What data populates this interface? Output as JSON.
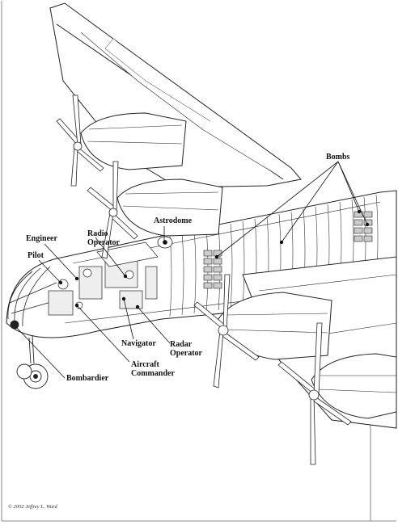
{
  "labels": {
    "bombs": "Bombs",
    "astrodome": "Astrodome",
    "engineer": "Engineer",
    "radio_operator": "Radio\nOperator",
    "pilot": "Pilot",
    "navigator": "Navigator",
    "radar_operator": "Radar\nOperator",
    "aircraft_commander": "Aircraft\nCommander",
    "bombardier": "Bombardier"
  },
  "copyright": "© 2002 Jeffrey L. Ward"
}
